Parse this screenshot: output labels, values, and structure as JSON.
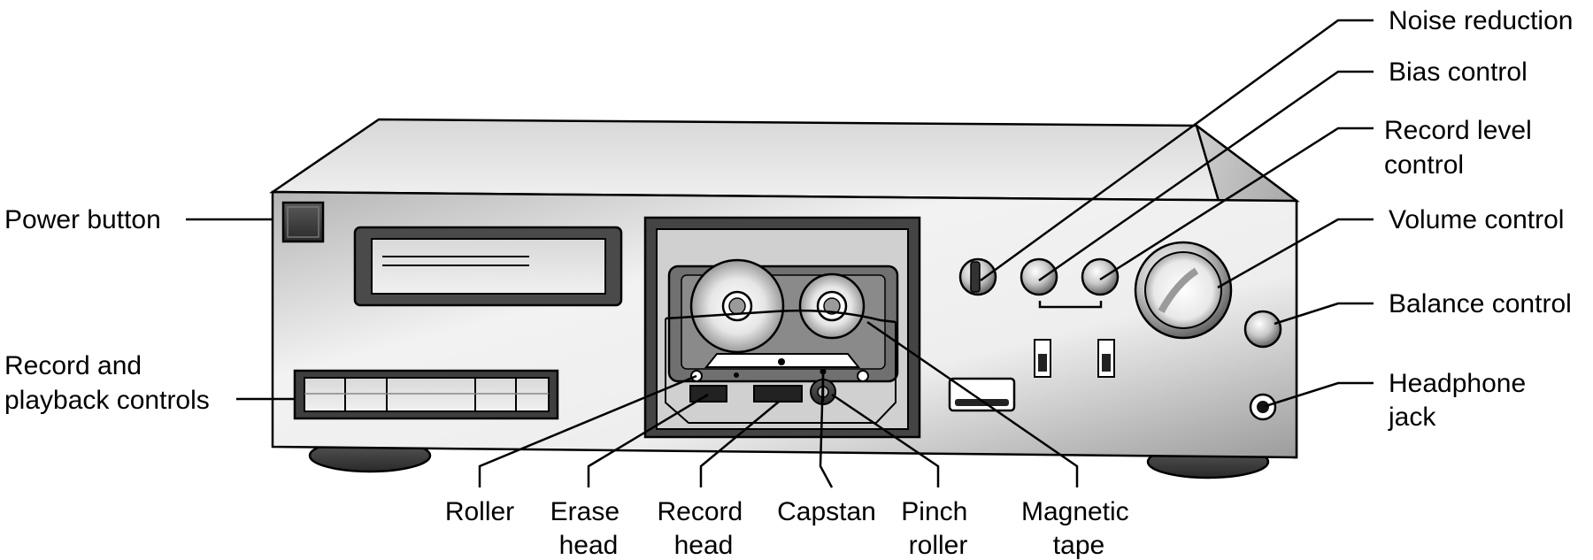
{
  "labels": {
    "power_button": "Power button",
    "record_playback": [
      "Record and",
      "playback controls"
    ],
    "noise_reduction": "Noise reduction",
    "bias_control": "Bias control",
    "record_level": [
      "Record level",
      "control"
    ],
    "volume_control": "Volume control",
    "balance_control": "Balance control",
    "headphone_jack": [
      "Headphone",
      "jack"
    ],
    "roller": "Roller",
    "erase_head": [
      "Erase",
      "head"
    ],
    "record_head": [
      "Record",
      "head"
    ],
    "capstan": "Capstan",
    "pinch_roller": [
      "Pinch",
      "roller"
    ],
    "magnetic_tape": [
      "Magnetic",
      "tape"
    ]
  }
}
